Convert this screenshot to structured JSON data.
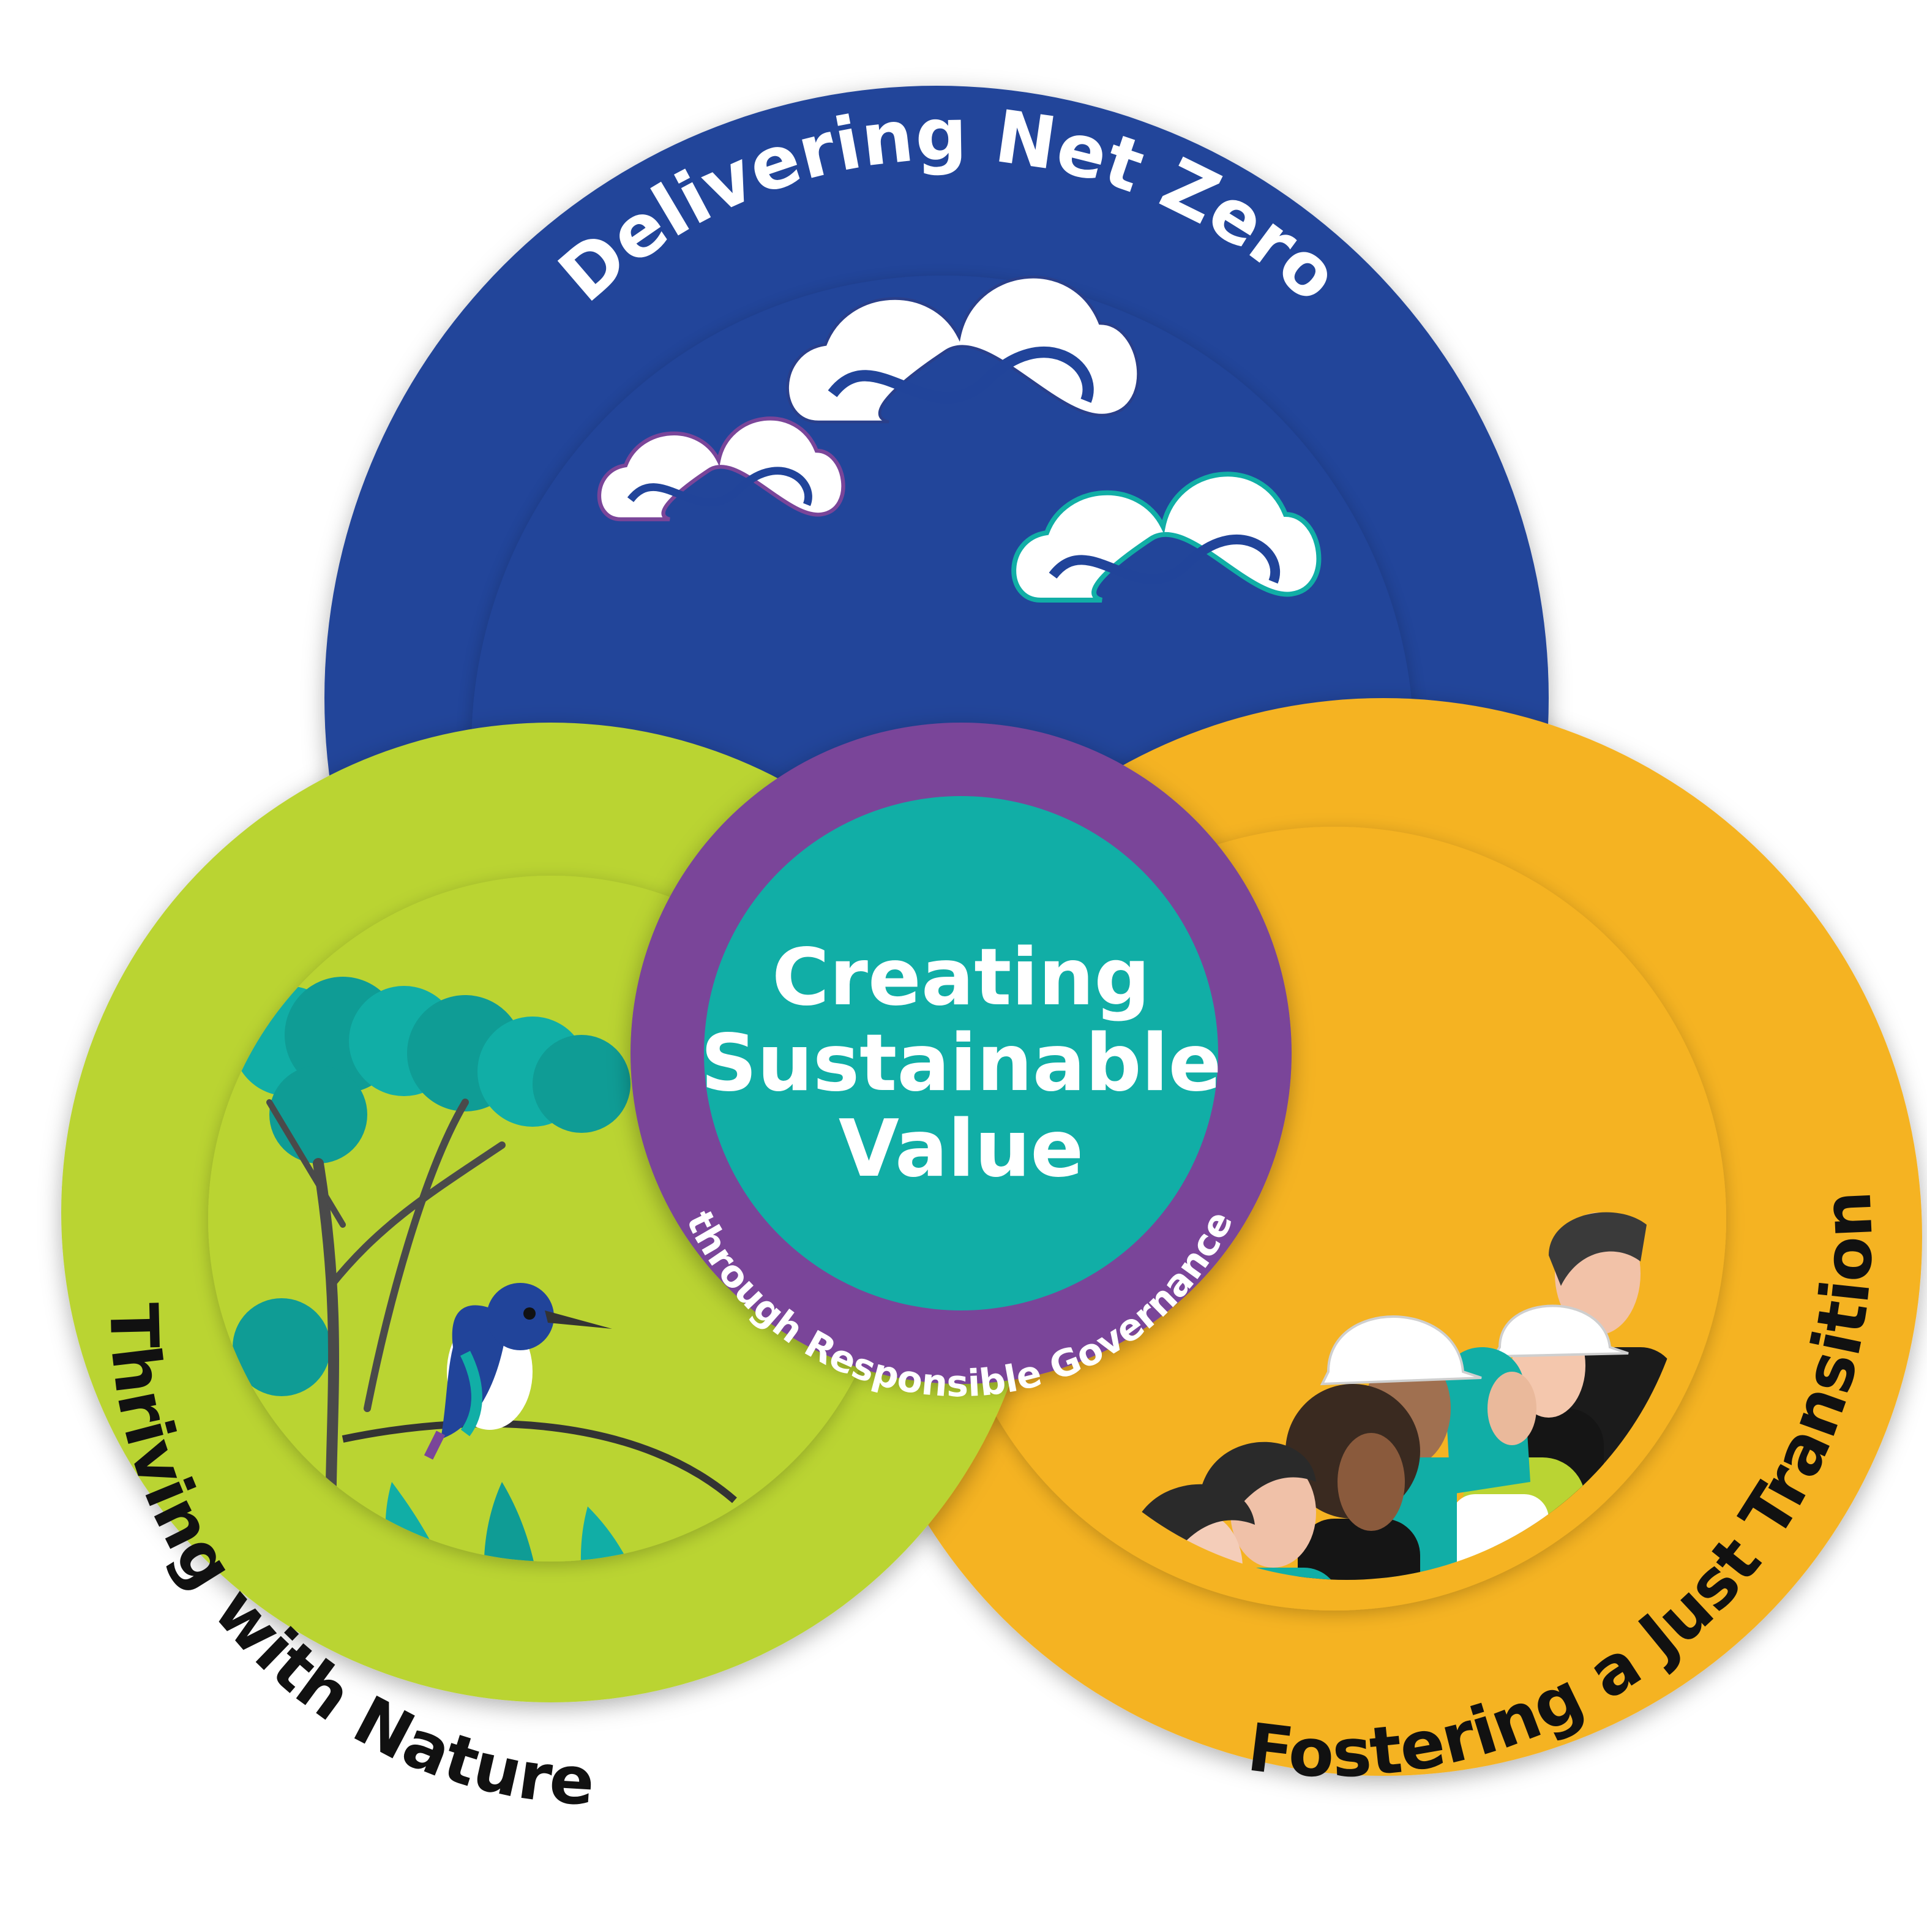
{
  "colors": {
    "navy": "#21449A",
    "green": "#BAD433",
    "orange": "#F5B323",
    "purple": "#7A4599",
    "teal": "#11AEA6",
    "white": "#FFFFFF",
    "black": "#111111"
  },
  "pillars": {
    "net_zero": {
      "label": "Delivering Net Zero"
    },
    "nature": {
      "label": "Thriving with Nature"
    },
    "transition": {
      "label": "Fostering a Just Transition"
    }
  },
  "center": {
    "title_lines": [
      "Creating",
      "Sustainable",
      "Value"
    ],
    "ring_label": "through Responsible Governance"
  },
  "icons": {
    "net_zero": "infinity-cloud-icon",
    "nature": "kingfisher-and-trees-illustration",
    "transition": "diverse-workers-illustration"
  }
}
